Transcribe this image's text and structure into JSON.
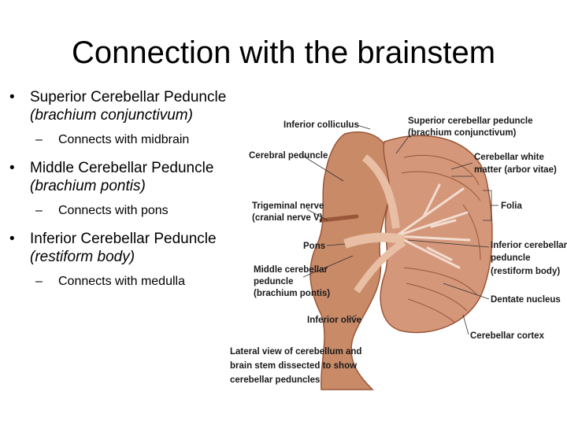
{
  "slide": {
    "title": "Connection with the brainstem",
    "bullets": [
      {
        "text": "Superior Cerebellar Peduncle",
        "subtitle": "(brachium conjunctivum)",
        "sub": "Connects with midbrain"
      },
      {
        "text": "Middle Cerebellar Peduncle",
        "subtitle": "(brachium pontis)",
        "sub": "Connects with pons"
      },
      {
        "text": "Inferior Cerebellar Peduncle",
        "subtitle": "(restiform body)",
        "sub": "Connects with medulla"
      }
    ],
    "bullet_glyph": "•",
    "dash_glyph": "–"
  },
  "figure": {
    "labels": {
      "inferior_colliculus": "Inferior colliculus",
      "cerebral_peduncle": "Cerebral peduncle",
      "trigeminal_1": "Trigeminal nerve",
      "trigeminal_2": "(cranial nerve V)",
      "pons": "Pons",
      "middle_1": "Middle cerebellar",
      "middle_2": "peduncle",
      "middle_3": "(brachium pontis)",
      "inferior_olive": "Inferior olive",
      "superior_1": "Superior cerebellar peduncle",
      "superior_2": "(brachium conjunctivum)",
      "white_1": "Cerebellar white",
      "white_2": "matter (arbor vitae)",
      "folia": "Folia",
      "icp_1": "Inferior cerebellar",
      "icp_2": "peduncle",
      "icp_3": "(restiform body)",
      "dentate": "Dentate nucleus",
      "cortex": "Cerebellar cortex"
    },
    "caption": [
      "Lateral view of cerebellum and",
      "brain stem dissected to show",
      "cerebellar peduncles"
    ],
    "colors": {
      "tissue": "#c98a68",
      "tissue_dark": "#9a5638",
      "tissue_light": "#e8bfa4",
      "white_matter": "#f2ddd0"
    }
  }
}
